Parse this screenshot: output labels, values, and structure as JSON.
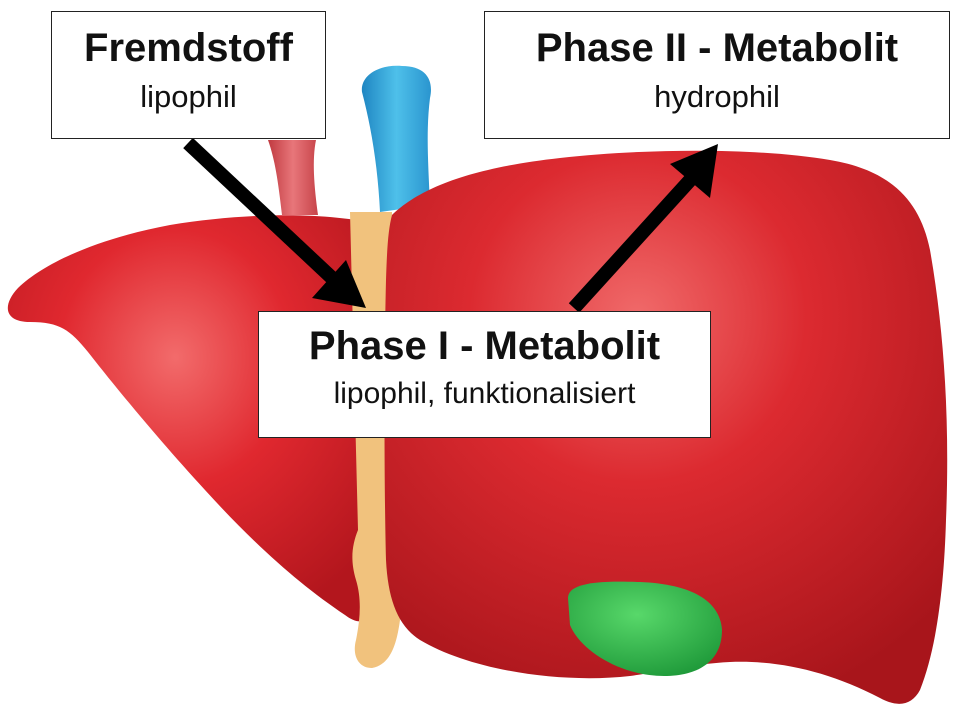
{
  "boxes": {
    "fremdstoff": {
      "title": "Fremdstoff",
      "subtitle": "lipophil"
    },
    "phase2": {
      "title": "Phase II - Metabolit",
      "subtitle": "hydrophil"
    },
    "phase1": {
      "title": "Phase I - Metabolit",
      "subtitle": "lipophil, funktionalisiert"
    }
  },
  "colors": {
    "liver": "#d8252d",
    "liver_highlight": "#f06a6a",
    "liver_shadow": "#a3161c",
    "artery": "#d9545a",
    "vein": "#3aa8d8",
    "bile_duct": "#f1c27d",
    "gallbladder": "#2fb34a",
    "arrow": "#000000"
  }
}
